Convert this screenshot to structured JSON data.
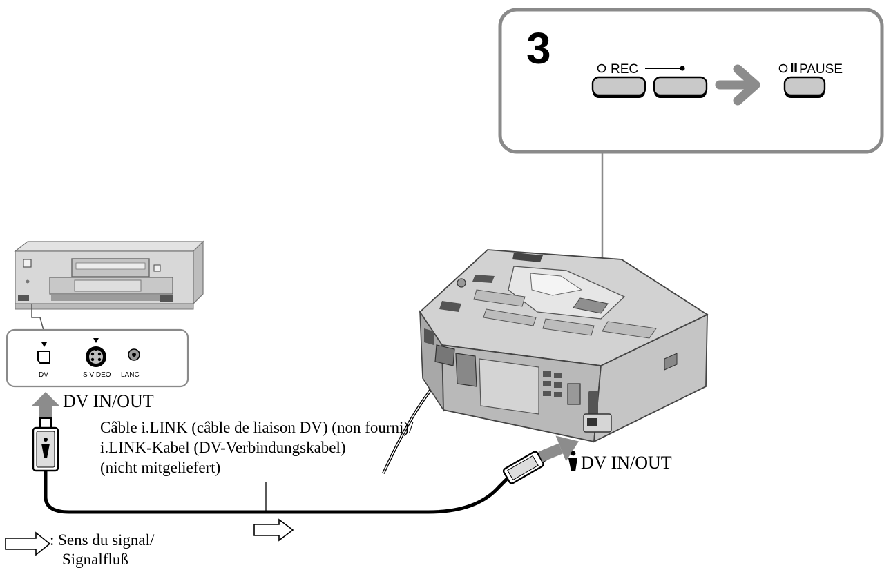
{
  "step_number": "3",
  "buttons": {
    "rec_label": "REC",
    "pause_label": "PAUSE"
  },
  "vcr": {
    "ports": {
      "dv": "DV",
      "s_video": "S VIDEO",
      "lanc": "LANC"
    },
    "dv_in_out_label": "DV IN/OUT"
  },
  "cable_label": {
    "line1": "Câble i.LINK (câble de liaison DV) (non fourni)/",
    "line2": "i.LINK-Kabel (DV-Verbindungskabel)",
    "line3": "(nicht mitgeliefert)"
  },
  "recorder_dv_label": "DV IN/OUT",
  "legend": {
    "line1": ": Sens du signal/",
    "line2": "Signalfluß"
  },
  "icons": [
    "ilink-icon",
    "arrow-right-icon",
    "signal-arrow-icon",
    "pause-icon"
  ]
}
